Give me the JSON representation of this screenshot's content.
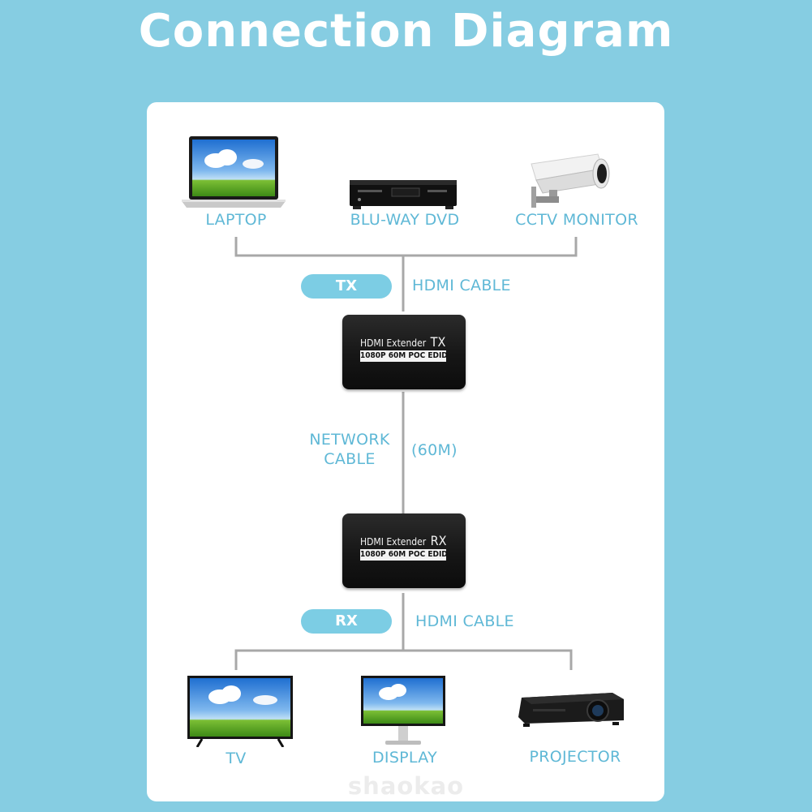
{
  "title": "Connection Diagram",
  "sources": [
    {
      "label": "LAPTOP",
      "icon": "laptop-icon"
    },
    {
      "label": "BLU-WAY DVD",
      "icon": "dvd-player-icon"
    },
    {
      "label": "CCTV MONITOR",
      "icon": "cctv-camera-icon"
    }
  ],
  "tx": {
    "pill": "TX",
    "cable": "HDMI CABLE",
    "device_name": "HDMI Extender",
    "device_code": "TX",
    "device_spec": "1080P 60M POC EDID"
  },
  "network": {
    "label_line1": "NETWORK",
    "label_line2": "CABLE",
    "length": "(60M)"
  },
  "rx": {
    "pill": "RX",
    "cable": "HDMI CABLE",
    "device_name": "HDMI Extender",
    "device_code": "RX",
    "device_spec": "1080P 60M POC EDID"
  },
  "outputs": [
    {
      "label": "TV",
      "icon": "tv-icon"
    },
    {
      "label": "DISPLAY",
      "icon": "monitor-icon"
    },
    {
      "label": "PROJECTOR",
      "icon": "projector-icon"
    }
  ],
  "watermark": "shaokao",
  "colors": {
    "background": "#86cde2",
    "card": "#ffffff",
    "label": "#5fb8d6",
    "pill": "#7ccde4",
    "line": "#a8a8a8"
  }
}
